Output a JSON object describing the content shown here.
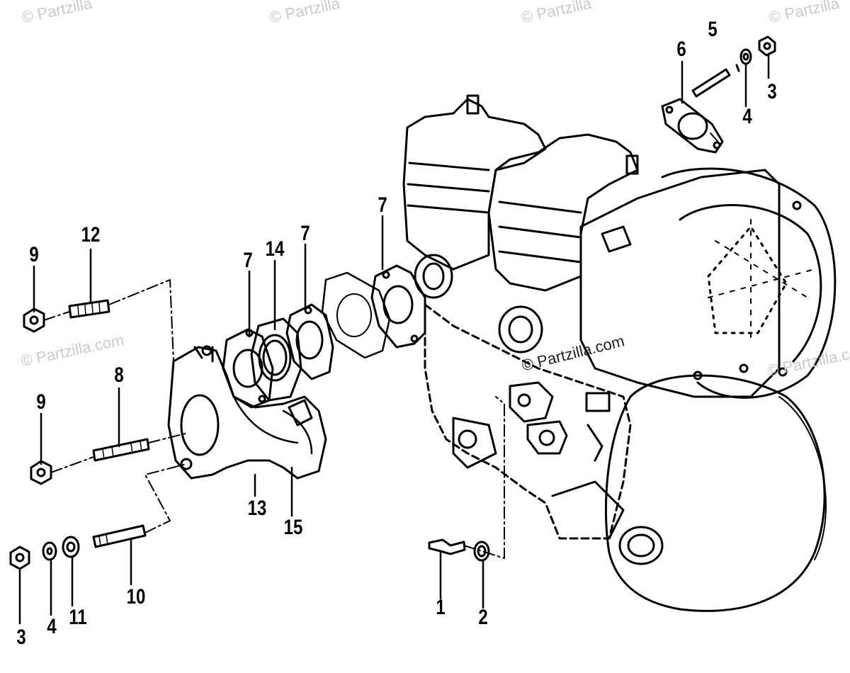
{
  "watermarks": {
    "top": [
      "© Partzilla",
      "© Partzilla",
      "© Partzilla",
      "© Partzilla"
    ],
    "mid_left": "© Partzilla.com",
    "mid_center": "© Partzilla.com",
    "mid_right": "© Partzilla.com"
  },
  "callouts": {
    "c1": "1",
    "c2": "2",
    "c3a": "3",
    "c3b": "3",
    "c4a": "4",
    "c4b": "4",
    "c5": "5",
    "c6": "6",
    "c7a": "7",
    "c7b": "7",
    "c7c": "7",
    "c8": "8",
    "c9a": "9",
    "c9b": "9",
    "c10": "10",
    "c11": "11",
    "c12": "12",
    "c13": "13",
    "c14": "14",
    "c15": "15"
  }
}
